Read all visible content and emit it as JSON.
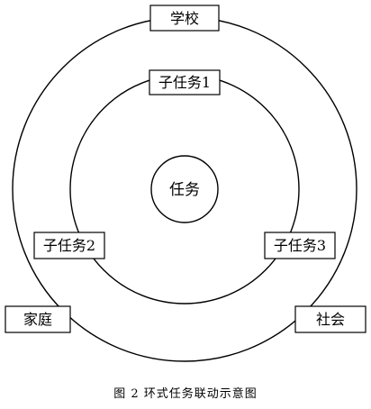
{
  "diagram": {
    "center": "任务",
    "labels": {
      "school": "学校",
      "subtask1": "子任务1",
      "subtask2": "子任务2",
      "subtask3": "子任务3",
      "family": "家庭",
      "society": "社会"
    }
  },
  "caption": "图 2 环式任务联动示意图"
}
